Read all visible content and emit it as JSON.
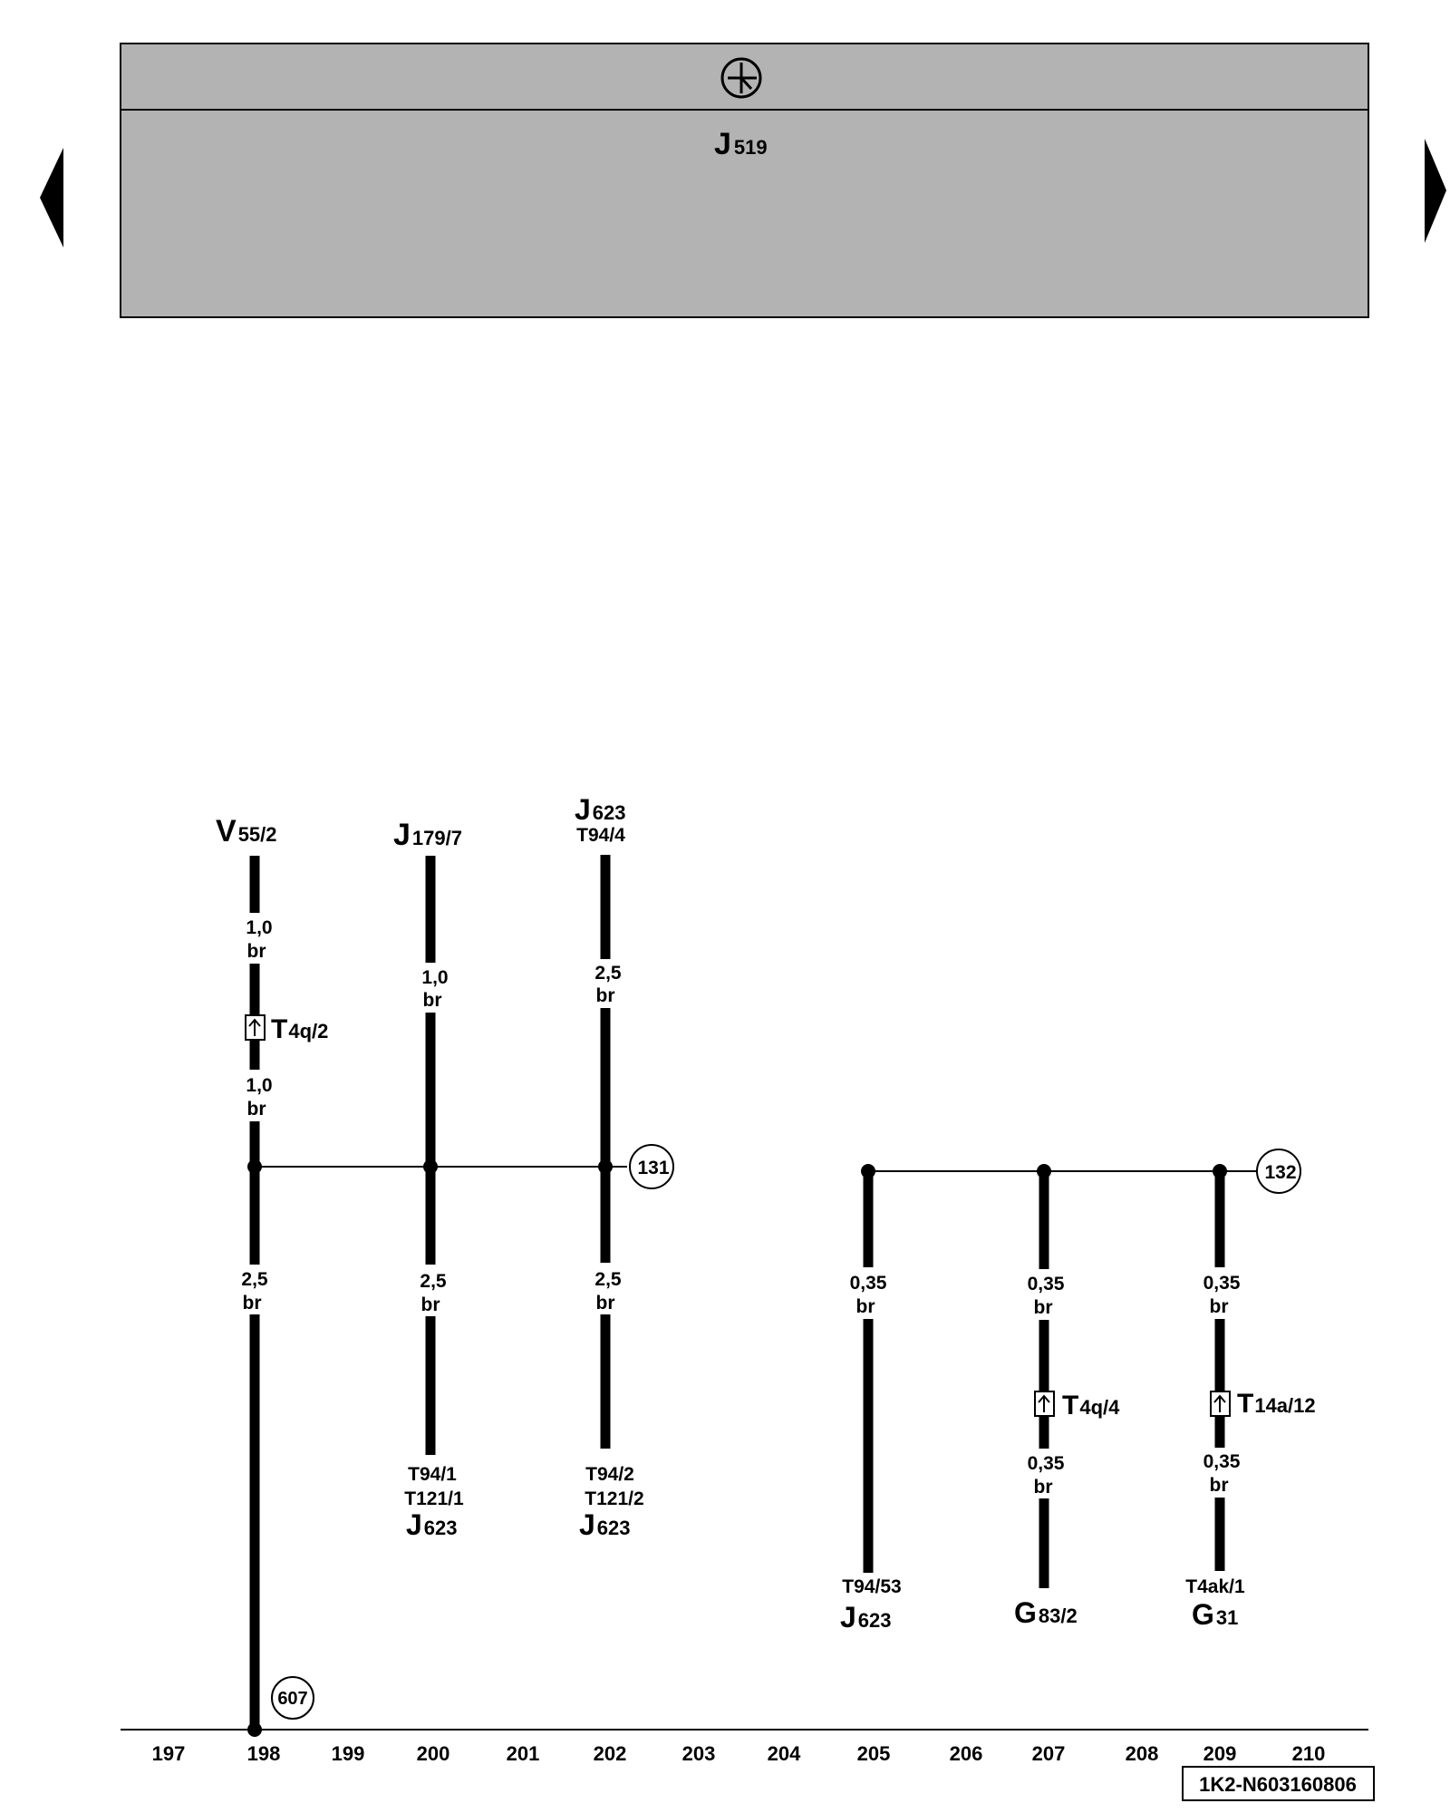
{
  "header": {
    "ground_symbol": "ground-symbol-icon",
    "component_main": "J",
    "component_sub": "519",
    "background_color": "#b3b3b3"
  },
  "navigation": {
    "prev": "left-arrow-icon",
    "next": "right-arrow-icon"
  },
  "wires": [
    {
      "id": "w198",
      "top": {
        "main": "V",
        "sub": "55/2"
      },
      "segments_top": [
        {
          "size": "1,0",
          "color": "br"
        },
        {
          "size": "1,0",
          "color": "br"
        }
      ],
      "connector_top": {
        "main": "T",
        "sub": "4q/2"
      },
      "segment_bottom": {
        "size": "2,5",
        "color": "br"
      },
      "end_ref": "607"
    },
    {
      "id": "w200",
      "top": {
        "main": "J",
        "sub": "179/7"
      },
      "segment_top": {
        "size": "1,0",
        "color": "br"
      },
      "segment_bottom": {
        "size": "2,5",
        "color": "br"
      },
      "bottom": {
        "pins": [
          "T94/1",
          "T121/1"
        ],
        "main": "J",
        "sub": "623"
      }
    },
    {
      "id": "w202",
      "top": {
        "main": "J",
        "sub": "623",
        "pin": "T94/4"
      },
      "segment_top": {
        "size": "2,5",
        "color": "br"
      },
      "segment_bottom": {
        "size": "2,5",
        "color": "br"
      },
      "bottom": {
        "pins": [
          "T94/2",
          "T121/2"
        ],
        "main": "J",
        "sub": "623"
      }
    },
    {
      "id": "w205",
      "segment_top": {
        "size": "0,35",
        "color": "br"
      },
      "bottom": {
        "pins": [
          "T94/53"
        ],
        "main": "J",
        "sub": "623"
      }
    },
    {
      "id": "w207",
      "segment_top": {
        "size": "0,35",
        "color": "br"
      },
      "connector": {
        "main": "T",
        "sub": "4q/4"
      },
      "segment_bottom": {
        "size": "0,35",
        "color": "br"
      },
      "bottom": {
        "pins": [],
        "main": "G",
        "sub": "83/2"
      }
    },
    {
      "id": "w209",
      "segment_top": {
        "size": "0,35",
        "color": "br"
      },
      "connector": {
        "main": "T",
        "sub": "14a/12"
      },
      "segment_bottom": {
        "size": "0,35",
        "color": "br"
      },
      "bottom": {
        "pins": [
          "T4ak/1"
        ],
        "main": "G",
        "sub": "31"
      }
    }
  ],
  "bus_refs": {
    "left": "131",
    "right": "132"
  },
  "columns": [
    "197",
    "198",
    "199",
    "200",
    "201",
    "202",
    "203",
    "204",
    "205",
    "206",
    "207",
    "208",
    "209",
    "210"
  ],
  "footer_id": "1K2-N603160806"
}
